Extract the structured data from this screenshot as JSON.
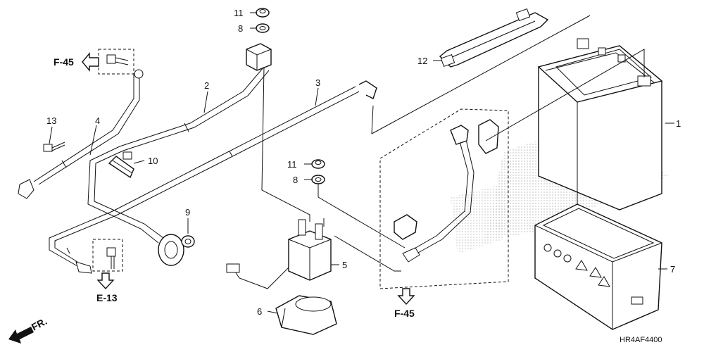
{
  "diagram": {
    "callouts": [
      {
        "id": "c1",
        "label": "1"
      },
      {
        "id": "c2",
        "label": "2"
      },
      {
        "id": "c3",
        "label": "3"
      },
      {
        "id": "c4",
        "label": "4"
      },
      {
        "id": "c5",
        "label": "5"
      },
      {
        "id": "c6",
        "label": "6"
      },
      {
        "id": "c7",
        "label": "7"
      },
      {
        "id": "c8a",
        "label": "8"
      },
      {
        "id": "c8b",
        "label": "8"
      },
      {
        "id": "c9",
        "label": "9"
      },
      {
        "id": "c10",
        "label": "10"
      },
      {
        "id": "c11a",
        "label": "11"
      },
      {
        "id": "c11b",
        "label": "11"
      },
      {
        "id": "c12",
        "label": "12"
      },
      {
        "id": "c13",
        "label": "13"
      }
    ],
    "references": {
      "f45_top": "F-45",
      "f45_bottom": "F-45",
      "e13": "E-13"
    },
    "front_label": "FR.",
    "diagram_code": "HR4AF4400"
  }
}
